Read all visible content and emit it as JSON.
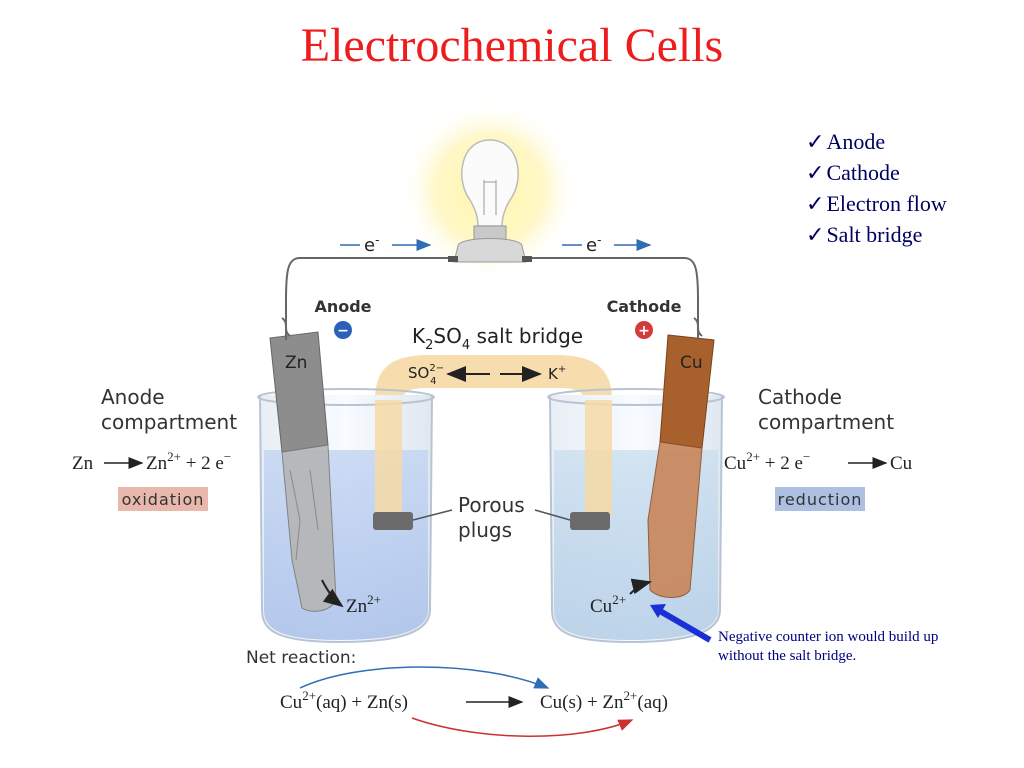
{
  "title": "Electrochemical Cells",
  "checklist": [
    "Anode",
    "Cathode",
    "Electron flow",
    "Salt bridge"
  ],
  "checkmark": "✓",
  "electron_label_left": "e",
  "electron_label_right": "e",
  "electron_charge": "-",
  "anode_label": "Anode",
  "cathode_label": "Cathode",
  "minus_symbol": "−",
  "plus_symbol": "+",
  "salt_bridge": {
    "prefix": "K",
    "sub1": "2",
    "mid": "SO",
    "sub2": "4",
    "suffix": " salt bridge"
  },
  "bridge_anion": {
    "base": "SO",
    "sup": "2−",
    "sub": "4"
  },
  "bridge_cation": {
    "base": "K",
    "sup": "+"
  },
  "zn_electrode": "Zn",
  "cu_electrode": "Cu",
  "anode_compartment": [
    "Anode",
    "compartment"
  ],
  "cathode_compartment": [
    "Cathode",
    "compartment"
  ],
  "anode_equation": {
    "left": "Zn",
    "right": "Zn",
    "sup": "2+",
    "tail": " + 2 e",
    "tail_sup": "−"
  },
  "cathode_equation": {
    "left": "Cu",
    "sup": "2+",
    "mid": " + 2 e",
    "mid_sup": "−",
    "right": "Cu"
  },
  "oxidation": "oxidation",
  "reduction": "reduction",
  "porous_plugs": [
    "Porous",
    "plugs"
  ],
  "zn_ion": {
    "base": "Zn",
    "sup": "2+"
  },
  "cu_ion": {
    "base": "Cu",
    "sup": "2+"
  },
  "note": "Negative counter ion would build up without the salt bridge.",
  "net_reaction_label": "Net reaction:",
  "net_reaction": {
    "r1": "Cu",
    "r1_sup": "2+",
    "r1_tail": "(aq) + Zn(s)",
    "p1": "Cu(s) + Zn",
    "p1_sup": "2+",
    "p1_tail": "(aq)"
  },
  "colors": {
    "title": "#ee1c1c",
    "checklist": "#000060",
    "note": "#000080",
    "oxidation_bg": "#e8b8ac",
    "reduction_bg": "#aec0e2",
    "bridge": "#f6d9a4",
    "solution": "#c9d9f0",
    "zinc": "#8d8d8d",
    "copper": "#a8612d"
  }
}
